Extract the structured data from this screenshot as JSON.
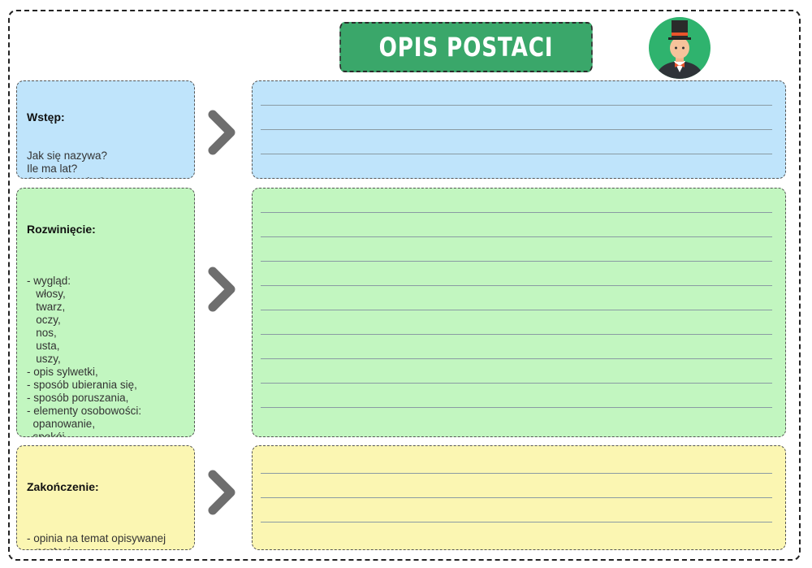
{
  "header": {
    "title": "OPIS POSTACI",
    "icon": "gentleman-avatar-icon"
  },
  "sections": [
    {
      "id": "intro",
      "heading": "Wstęp:",
      "body": "Jak się nazywa?\nIle ma lat?\nGdzie mieszka?\nKim jest?\nJaka jest jego sytuacja\nrodzinna?",
      "color": "#bfe4fb",
      "lines": 3
    },
    {
      "id": "development",
      "heading": "Rozwinięcie:",
      "body": "\n- wygląd:\n   włosy,\n   twarz,\n   oczy,\n   nos,\n   usta,\n   uszy,\n- opis sylwetki,\n- sposób ubierania się,\n- sposób poruszania,\n- elementy osobowości:\n  opanowanie,\n  spokój,\n  pewność siebie.",
      "color": "#c2f6c0",
      "lines": 9
    },
    {
      "id": "ending",
      "heading": "Zakończenie:",
      "body": "\n- opinia na temat opisywanej\n   postaci",
      "color": "#fbf6b2",
      "lines": 3
    }
  ],
  "arrow_icon": "chevron-right-icon"
}
